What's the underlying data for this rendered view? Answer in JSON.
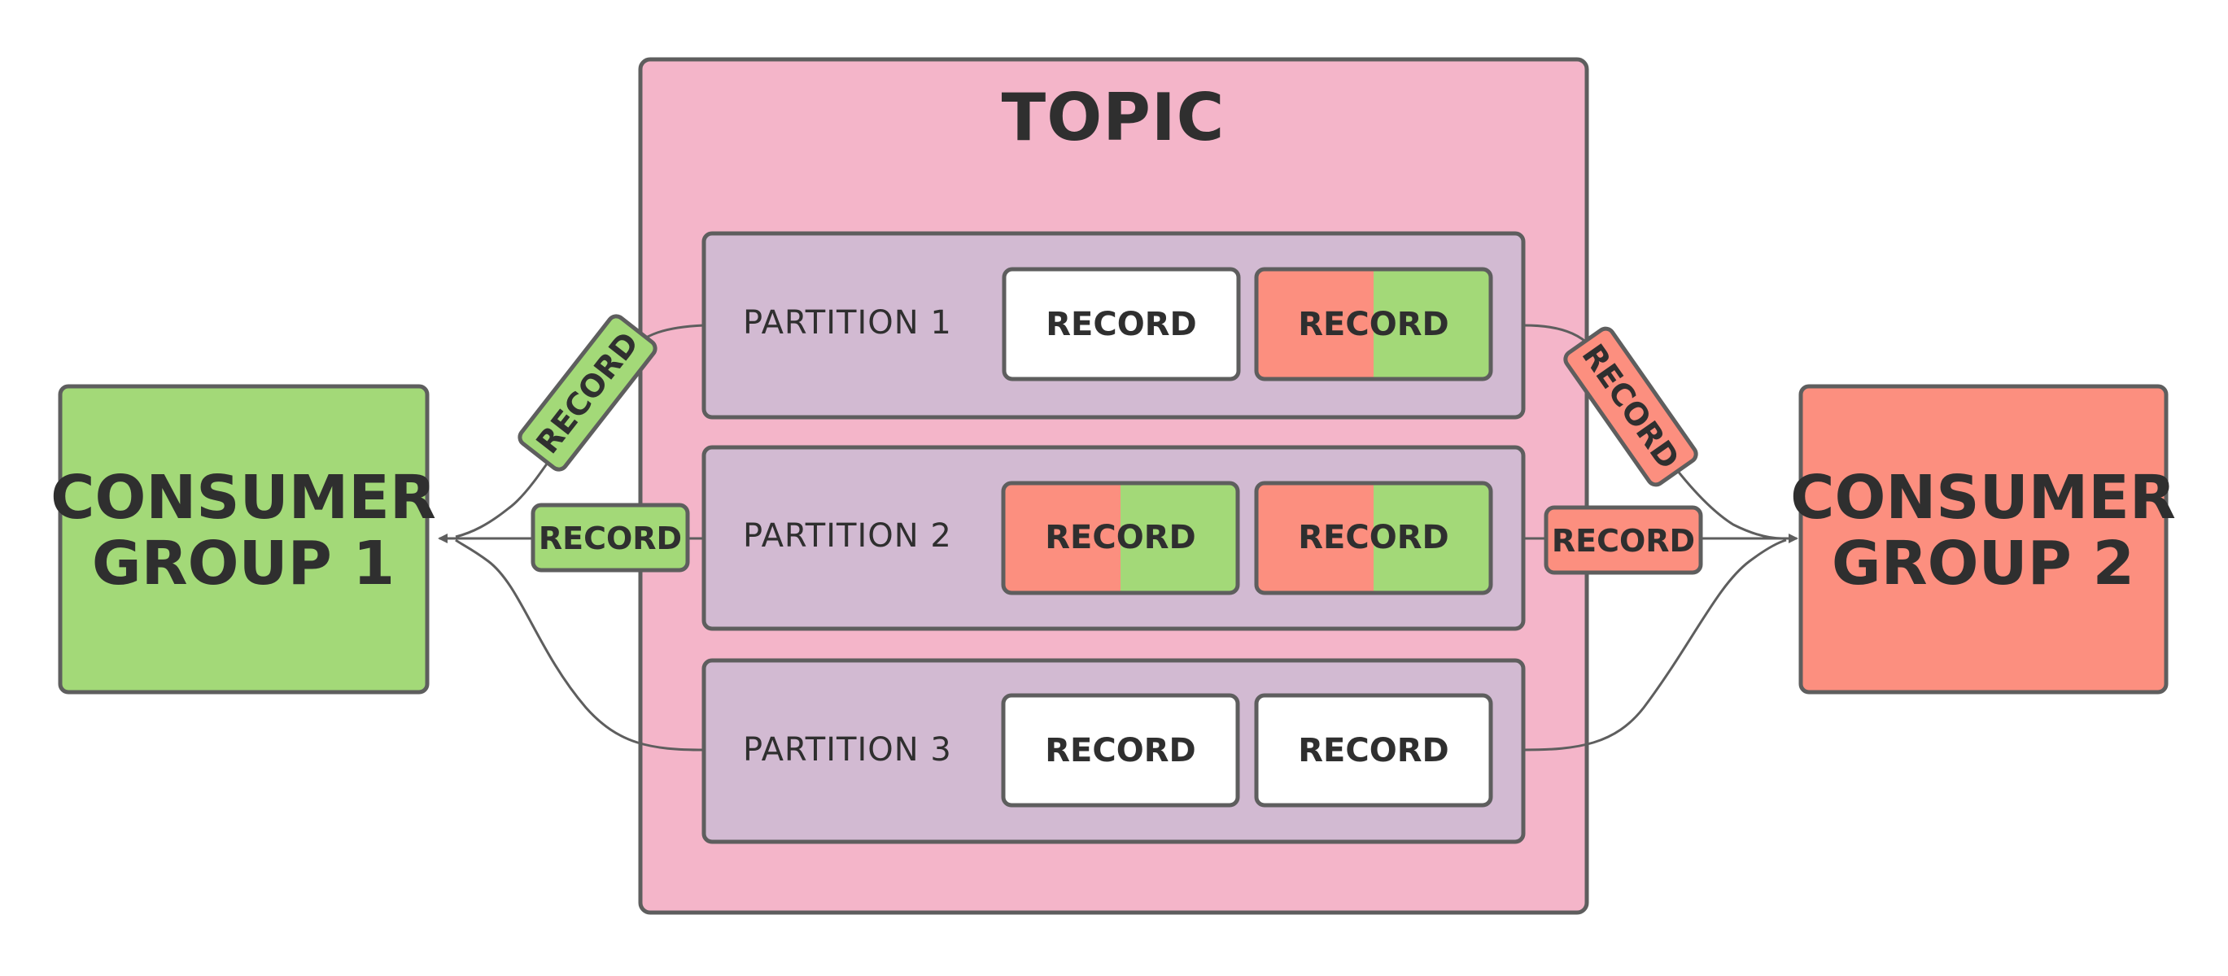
{
  "topic": {
    "title": "TOPIC",
    "fill": "#f4b5c9"
  },
  "partition_fill": "#d2bad2",
  "colors": {
    "stroke": "#5e5e5e",
    "connector": "#5e5e5e",
    "record_empty": "#ffffff",
    "group1": "#a3d978",
    "group2": "#fc8f7f"
  },
  "partitions": [
    {
      "label": "PARTITION 1",
      "records": [
        {
          "label": "RECORD",
          "consumed_by": []
        },
        {
          "label": "RECORD",
          "consumed_by": [
            "group2",
            "group1"
          ]
        }
      ]
    },
    {
      "label": "PARTITION 2",
      "records": [
        {
          "label": "RECORD",
          "consumed_by": [
            "group2",
            "group1"
          ]
        },
        {
          "label": "RECORD",
          "consumed_by": [
            "group2",
            "group1"
          ]
        }
      ]
    },
    {
      "label": "PARTITION 3",
      "records": [
        {
          "label": "RECORD",
          "consumed_by": []
        },
        {
          "label": "RECORD",
          "consumed_by": []
        }
      ]
    }
  ],
  "consumer_groups": [
    {
      "id": "group1",
      "line1": "CONSUMER",
      "line2": "GROUP 1"
    },
    {
      "id": "group2",
      "line1": "CONSUMER",
      "line2": "GROUP 2"
    }
  ],
  "flow_records": [
    {
      "label": "RECORD",
      "group": "group1"
    },
    {
      "label": "RECORD",
      "group": "group1"
    },
    {
      "label": "RECORD",
      "group": "group2"
    },
    {
      "label": "RECORD",
      "group": "group2"
    }
  ]
}
